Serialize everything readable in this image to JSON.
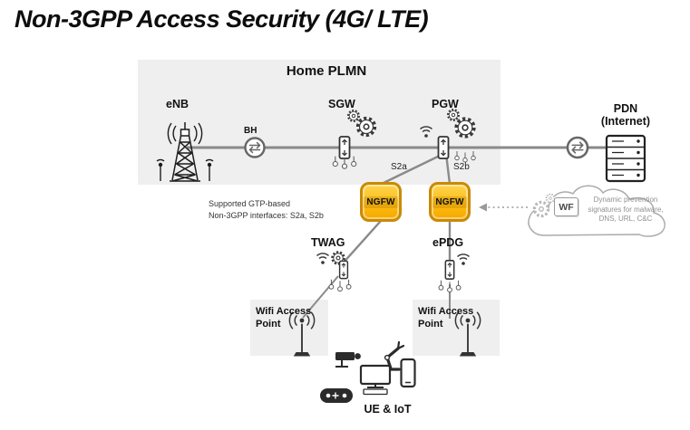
{
  "title": "Non-3GPP Access Security (4G/ LTE)",
  "regions": {
    "home_plmn": "Home PLMN"
  },
  "nodes": {
    "enb": {
      "label": "eNB"
    },
    "bh": {
      "label": "BH"
    },
    "sgw": {
      "label": "SGW"
    },
    "pgw": {
      "label": "PGW"
    },
    "pdn": {
      "label_line1": "PDN",
      "label_line2": "(Internet)"
    },
    "ngfw_left": {
      "label": "NGFW"
    },
    "ngfw_right": {
      "label": "NGFW"
    },
    "twag": {
      "label": "TWAG"
    },
    "epdg": {
      "label": "ePDG"
    },
    "wifi_ap_left": {
      "label": "Wifi Access Point"
    },
    "wifi_ap_right": {
      "label": "Wifi Access Point"
    },
    "ue_iot": {
      "label": "UE & IoT"
    }
  },
  "links": {
    "s2a": "S2a",
    "s2b": "S2b"
  },
  "notes": {
    "supported_line1": "Supported GTP-based",
    "supported_line2": "Non-3GPP interfaces:  S2a, S2b",
    "cloud_service": "WF",
    "cloud_note": "Dynamic prevention signatures for malware, DNS, URL, C&C"
  },
  "colors": {
    "ngfw_fill": "#FDBD10",
    "ngfw_border": "#C98A06",
    "region_bg": "#EFEFEF",
    "line": "#8A8A8A"
  }
}
